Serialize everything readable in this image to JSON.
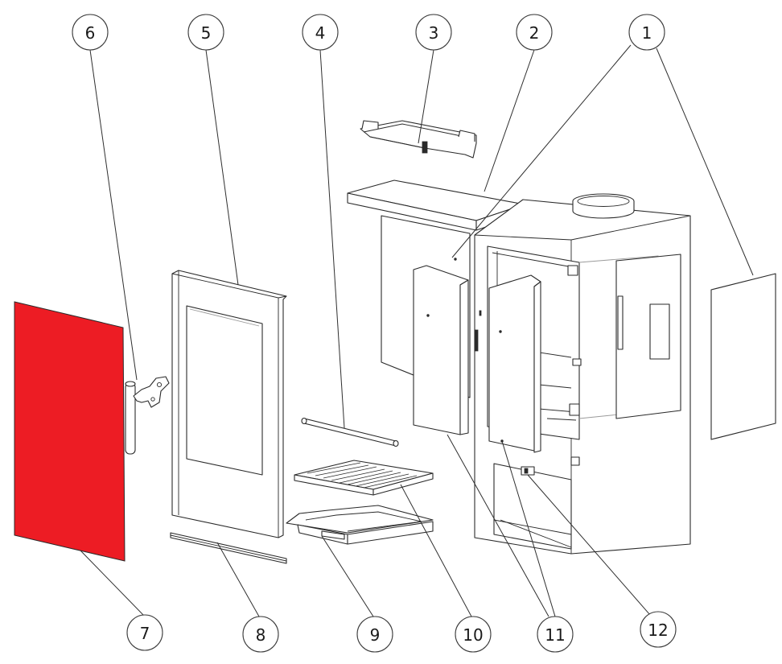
{
  "diagram": {
    "highlight_color": "#ed1c24",
    "line_color": "#2a2a2a",
    "callouts": [
      {
        "id": "c1",
        "label": "1"
      },
      {
        "id": "c2",
        "label": "2"
      },
      {
        "id": "c3",
        "label": "3"
      },
      {
        "id": "c4",
        "label": "4"
      },
      {
        "id": "c5",
        "label": "5"
      },
      {
        "id": "c6",
        "label": "6"
      },
      {
        "id": "c7",
        "label": "7"
      },
      {
        "id": "c8",
        "label": "8"
      },
      {
        "id": "c9",
        "label": "9"
      },
      {
        "id": "c10",
        "label": "10"
      },
      {
        "id": "c11",
        "label": "11"
      },
      {
        "id": "c12",
        "label": "12"
      }
    ]
  }
}
